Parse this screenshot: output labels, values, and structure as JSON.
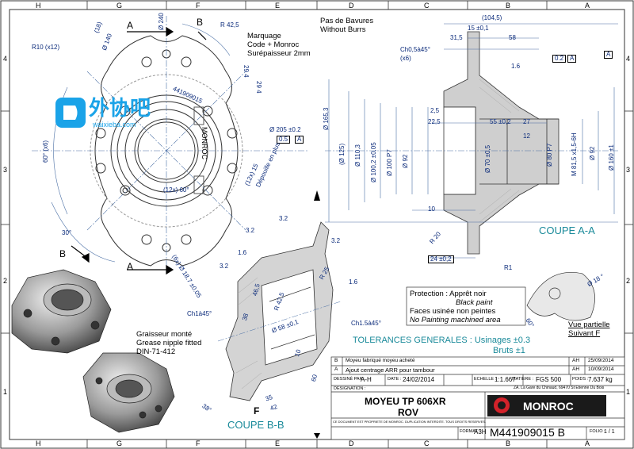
{
  "grid": {
    "top_letters": [
      "H",
      "G",
      "F",
      "E",
      "D",
      "C",
      "B",
      "A"
    ],
    "bottom_letters": [
      "H",
      "G",
      "F",
      "E",
      "D",
      "C",
      "B",
      "A"
    ],
    "left_numbers": [
      "4",
      "3",
      "2",
      "1"
    ],
    "right_numbers": [
      "4",
      "3",
      "2",
      "1"
    ]
  },
  "view_left": {
    "section_a_left": "A",
    "section_a_bottom": "A",
    "section_b_top": "B",
    "section_b_bottom": "B",
    "r10": "R10 (x12)",
    "r425": "R 42,5",
    "d240": "Ø 240",
    "d140": "Ø 140",
    "d18": "(18)",
    "marking": [
      "Marquage",
      "Code + Monroc",
      "Surépaisseur 2mm"
    ],
    "dim_294": "29 4",
    "dim_294b": "29 4",
    "part_no_engraved": "441909015",
    "monroc_engraved": "MONROC",
    "d205": "Ø 205 ±0.2",
    "tol_05": "0.5",
    "datum_a": "A",
    "angle_60x6": "60° (x6)",
    "angle_60_12": "(12x) 60°",
    "angle_15": "(12x) 15",
    "depouille": "Dépouille en plus",
    "angle_30": "30°",
    "holes": "(6x) Ø 18.7 ±0.05"
  },
  "coupe_aa": {
    "pas_bavures": "Pas de Bavures",
    "without_burrs": "Without Burrs",
    "d1045": "(104,5)",
    "d15": "15 ±0,1",
    "d315": "31,5",
    "d58": "58",
    "ch": "Ch0,5à45°",
    "x6": "(x6)",
    "tol_02": "0.2",
    "datum_a": "A",
    "datum_a2": "A",
    "d16": "1.6",
    "d1653": "Ø 165,3",
    "d125": "(Ø 125)",
    "d110": "Ø 110,3",
    "d100": "Ø 100,2 ±0,05",
    "d100p7": "Ø 100 P7",
    "d92": "Ø 92",
    "d25": "2,5",
    "d225": "22,5",
    "d55": "55 ±0,2",
    "d27": "27",
    "d12": "12",
    "d70": "Ø 70 ±0,5",
    "d80p7": "Ø 80 P7",
    "d815": "M 81,5 x1,5-6H",
    "d92b": "Ø 92",
    "d160": "Ø 160 ±1",
    "d10": "10",
    "r20": "R 20",
    "r1": "R1",
    "d24": "24 ±0,2",
    "title": "COUPE A-A"
  },
  "coupe_bb": {
    "d32a": "3.2",
    "d32b": "3.2",
    "d32c": "3.2",
    "d16a": "1.6",
    "d16b": "1.6",
    "d32d": "3.2",
    "r25": "R 25",
    "d465": "46,5",
    "r425": "R 42,5",
    "d38": "38",
    "d58": "Ø 58 ±0,1",
    "ch14": "Ch1à45°",
    "ch15": "Ch1.5à45°",
    "d10": "10",
    "d35": "35",
    "d42": "42",
    "d60": "60",
    "angle_38": "38°",
    "f": "F",
    "title": "COUPE B-B"
  },
  "notes": {
    "grease": [
      "Graisseur monté",
      "Grease nipple fitted",
      "DIN-71-412"
    ],
    "protection": [
      "Protection : Apprêt noir",
      "Black paint",
      "Faces usinée non peintes",
      "No Painting machined area"
    ],
    "tolerances": "TOLERANCES GENERALES : Usinages ±0.3",
    "bruts": "Bruts ±1",
    "vue_partielle": [
      "Vue partielle",
      "Suivant F"
    ],
    "d18": "Ø 18 °",
    "d60": "60°"
  },
  "watermark": {
    "cn": "外协吧",
    "url": "waixieba.com"
  },
  "revisions": [
    {
      "rev": "B",
      "desc": "Moyeu fabriqué moyeu acheté",
      "by": "AH",
      "date": "25/09/2014"
    },
    {
      "rev": "A",
      "desc": "Ajout centrage ARR pour tambour",
      "by": "AH",
      "date": "10/09/2014"
    }
  ],
  "titleblock": {
    "dessine_label": "DESSINÉ PAR :",
    "dessine": "A-H",
    "date_label": "DATE :",
    "date": "24/02/2014",
    "echelle_label": "ECHELLE :",
    "echelle": "1:1.667",
    "matiere_label": "MATIERE :",
    "matiere": "FGS 500",
    "poids_label": "POIDS :",
    "poids": "7.637 kg",
    "designation_label": "DESIGNATION :",
    "designation_1": "MOYEU TP 606XR",
    "designation_2": "ROV",
    "company": "MONROC",
    "address": "ZA. La Gare du Chinaud, 69470 St Etienne Du Bois",
    "legal": "CE DOCUMENT EST PROPRIETE DE MONROC. DUPLICATION INTERDITE. TOUS DROITS RESERVES.",
    "format_label": "FORMAT :",
    "format": "A3H",
    "code": "M441909015 B",
    "folio_label": "FOLIO :",
    "folio": "1 / 1"
  }
}
